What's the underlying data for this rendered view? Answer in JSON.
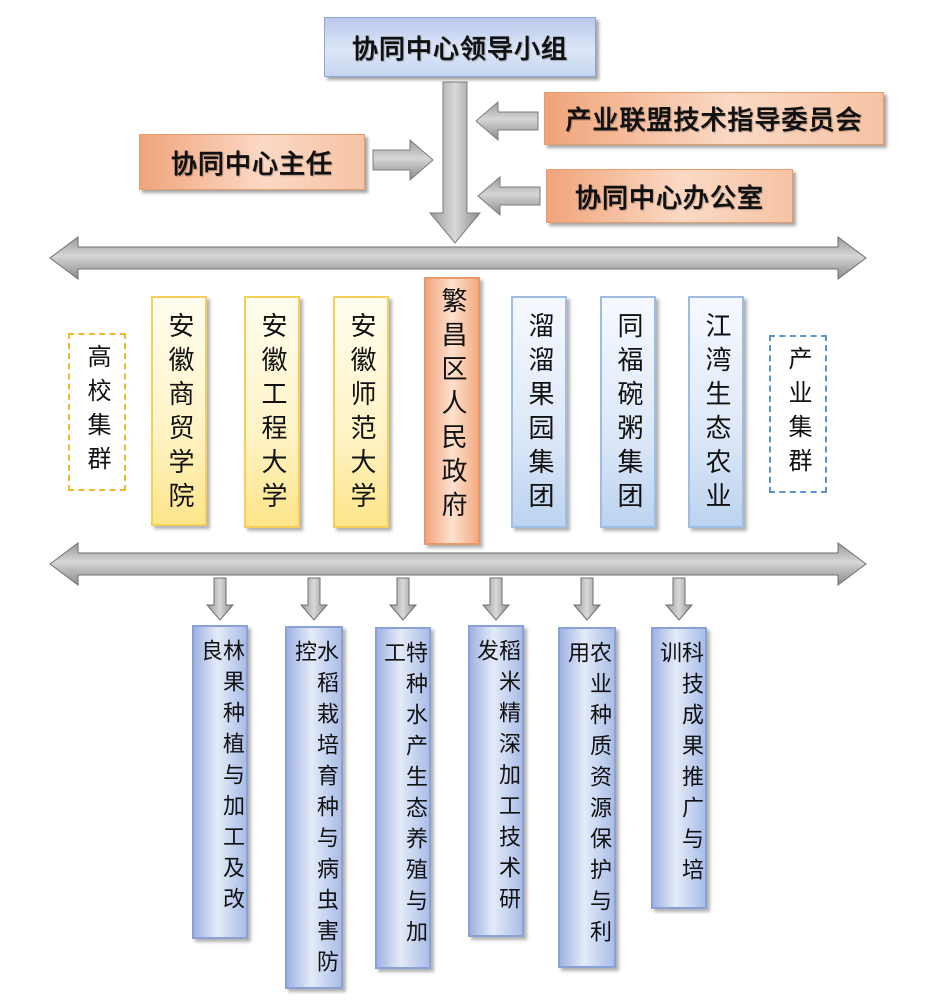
{
  "top": {
    "leading_group": "协同中心领导小组",
    "director": "协同中心主任",
    "tech_committee": "产业联盟技术指导委员会",
    "office": "协同中心办公室"
  },
  "clusters": {
    "university_cluster": "高校集群",
    "industry_cluster": "产业集群"
  },
  "members": [
    {
      "label": "安徽商贸学院",
      "type": "university"
    },
    {
      "label": "安徽工程大学",
      "type": "university"
    },
    {
      "label": "安徽师范大学",
      "type": "university"
    },
    {
      "label": "繁昌区人民政府",
      "type": "government"
    },
    {
      "label": "溜溜果园集团",
      "type": "enterprise"
    },
    {
      "label": "同福碗粥集团",
      "type": "enterprise"
    },
    {
      "label": "江湾生态农业",
      "type": "enterprise"
    }
  ],
  "research_areas": [
    {
      "label": "林果种植与加工及改良"
    },
    {
      "label": "水稻栽培育种与病虫害防控"
    },
    {
      "label": "特种水产生态养殖与加工"
    },
    {
      "label": "稻米精深加工技术研发"
    },
    {
      "label": "农业种质资源保护与利用"
    },
    {
      "label": "科技成果推广与培训"
    }
  ],
  "colors": {
    "university": "#f5cf5a",
    "government": "#e99868",
    "enterprise": "#9dbde3",
    "research": "#8aa1d6",
    "arrow": "#a9a9a9"
  }
}
